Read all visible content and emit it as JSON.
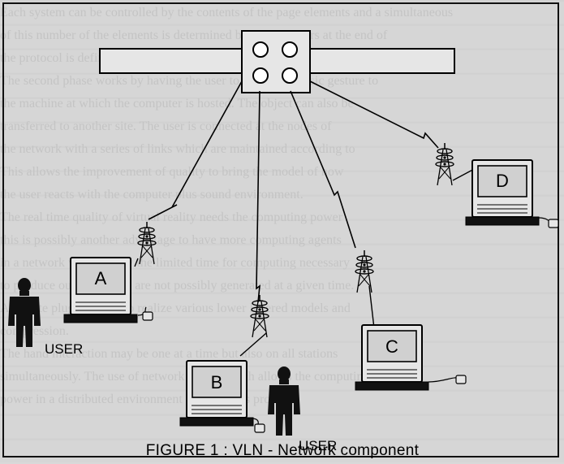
{
  "figure": {
    "caption": "FIGURE 1 : VLN - Network component"
  },
  "computers": {
    "a": "A",
    "b": "B",
    "c": "C",
    "d": "D"
  },
  "users": {
    "left": "USER",
    "bottom": "USER"
  },
  "background_text": [
    "Each system can be controlled by the contents of the page elements and a simultaneous",
    "of this number of the elements is determined by what appears at the end of",
    "the protocol is defined.",
    "    The second phase works by having the user to obtain the basic gesture to",
    "the machine at which the computer is hosted. The object can also be",
    "transferred to another site. The user is connected at the nodes of",
    "the network with a series of links which are maintained according to",
    "    This allows the improvement of quality to bring the model of how",
    "the user reacts with the computer plus sound environment.",
    "    The real time quality of virtual reality needs the computing power",
    "this is possibly another advantage to have more computing agents",
    "in a network which imply the limited time for computing necessary",
    "to produce outputs which are not possibly generated at a given time.",
    "    A remote plug-in can also realize various lower layered models and",
    "compression.",
    "    The hand interaction may be one at a time but also on all stations",
    "simultaneously. The use of network media which allows the computing",
    "power in a distributed environment to allow this process"
  ]
}
